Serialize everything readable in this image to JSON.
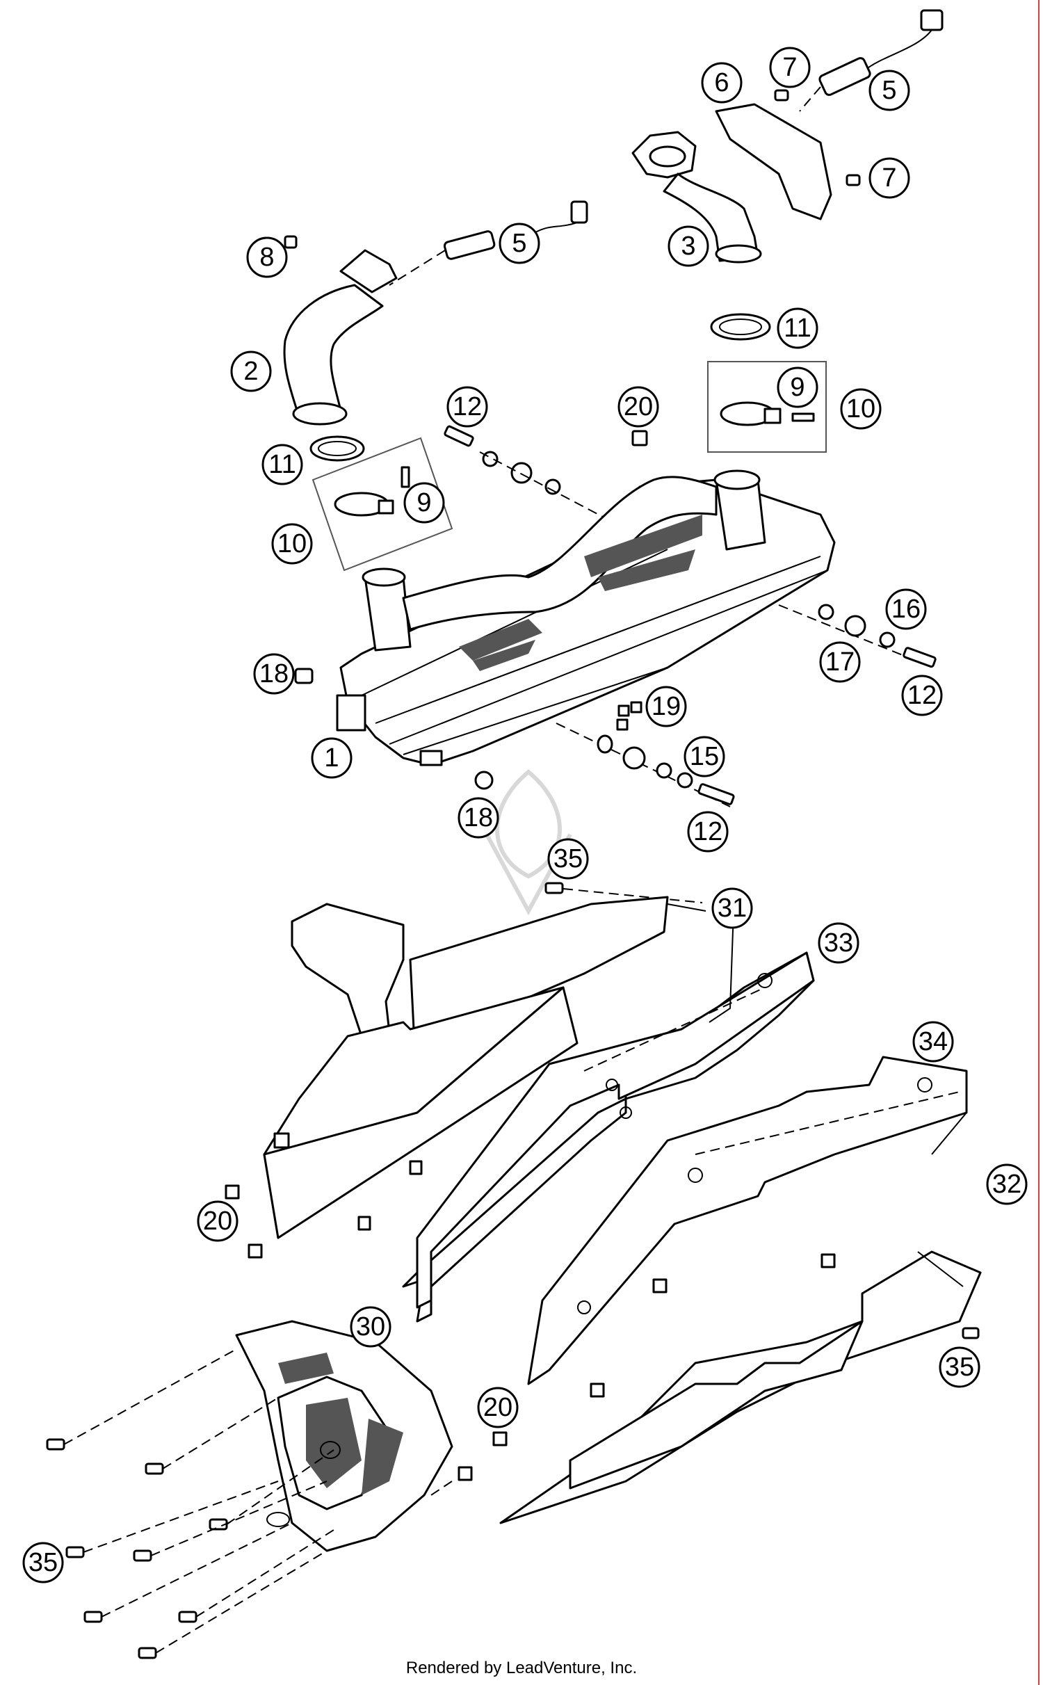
{
  "diagram": {
    "callouts": [
      {
        "id": "c7a",
        "label": "7"
      },
      {
        "id": "c6",
        "label": "6"
      },
      {
        "id": "c5a",
        "label": "5"
      },
      {
        "id": "c7b",
        "label": "7"
      },
      {
        "id": "c3",
        "label": "3"
      },
      {
        "id": "c8",
        "label": "8"
      },
      {
        "id": "c5b",
        "label": "5"
      },
      {
        "id": "c11a",
        "label": "11"
      },
      {
        "id": "c2",
        "label": "2"
      },
      {
        "id": "c9a",
        "label": "9"
      },
      {
        "id": "c10a",
        "label": "10"
      },
      {
        "id": "c12a",
        "label": "12"
      },
      {
        "id": "c20a",
        "label": "20"
      },
      {
        "id": "c11b",
        "label": "11"
      },
      {
        "id": "c9b",
        "label": "9"
      },
      {
        "id": "c10b",
        "label": "10"
      },
      {
        "id": "c16",
        "label": "16"
      },
      {
        "id": "c17",
        "label": "17"
      },
      {
        "id": "c12b",
        "label": "12"
      },
      {
        "id": "c18a",
        "label": "18"
      },
      {
        "id": "c19",
        "label": "19"
      },
      {
        "id": "c1",
        "label": "1"
      },
      {
        "id": "c15",
        "label": "15"
      },
      {
        "id": "c18b",
        "label": "18"
      },
      {
        "id": "c12c",
        "label": "12"
      },
      {
        "id": "c35a",
        "label": "35"
      },
      {
        "id": "c31",
        "label": "31"
      },
      {
        "id": "c33",
        "label": "33"
      },
      {
        "id": "c34",
        "label": "34"
      },
      {
        "id": "c32",
        "label": "32"
      },
      {
        "id": "c20b",
        "label": "20"
      },
      {
        "id": "c35b",
        "label": "35"
      },
      {
        "id": "c30",
        "label": "30"
      },
      {
        "id": "c20c",
        "label": "20"
      },
      {
        "id": "c35c",
        "label": "35"
      }
    ]
  },
  "footer": {
    "credit": "Rendered by LeadVenture, Inc."
  },
  "colors": {
    "line": "#000000",
    "background": "#ffffff",
    "edge_accent": "#e23b3b"
  }
}
